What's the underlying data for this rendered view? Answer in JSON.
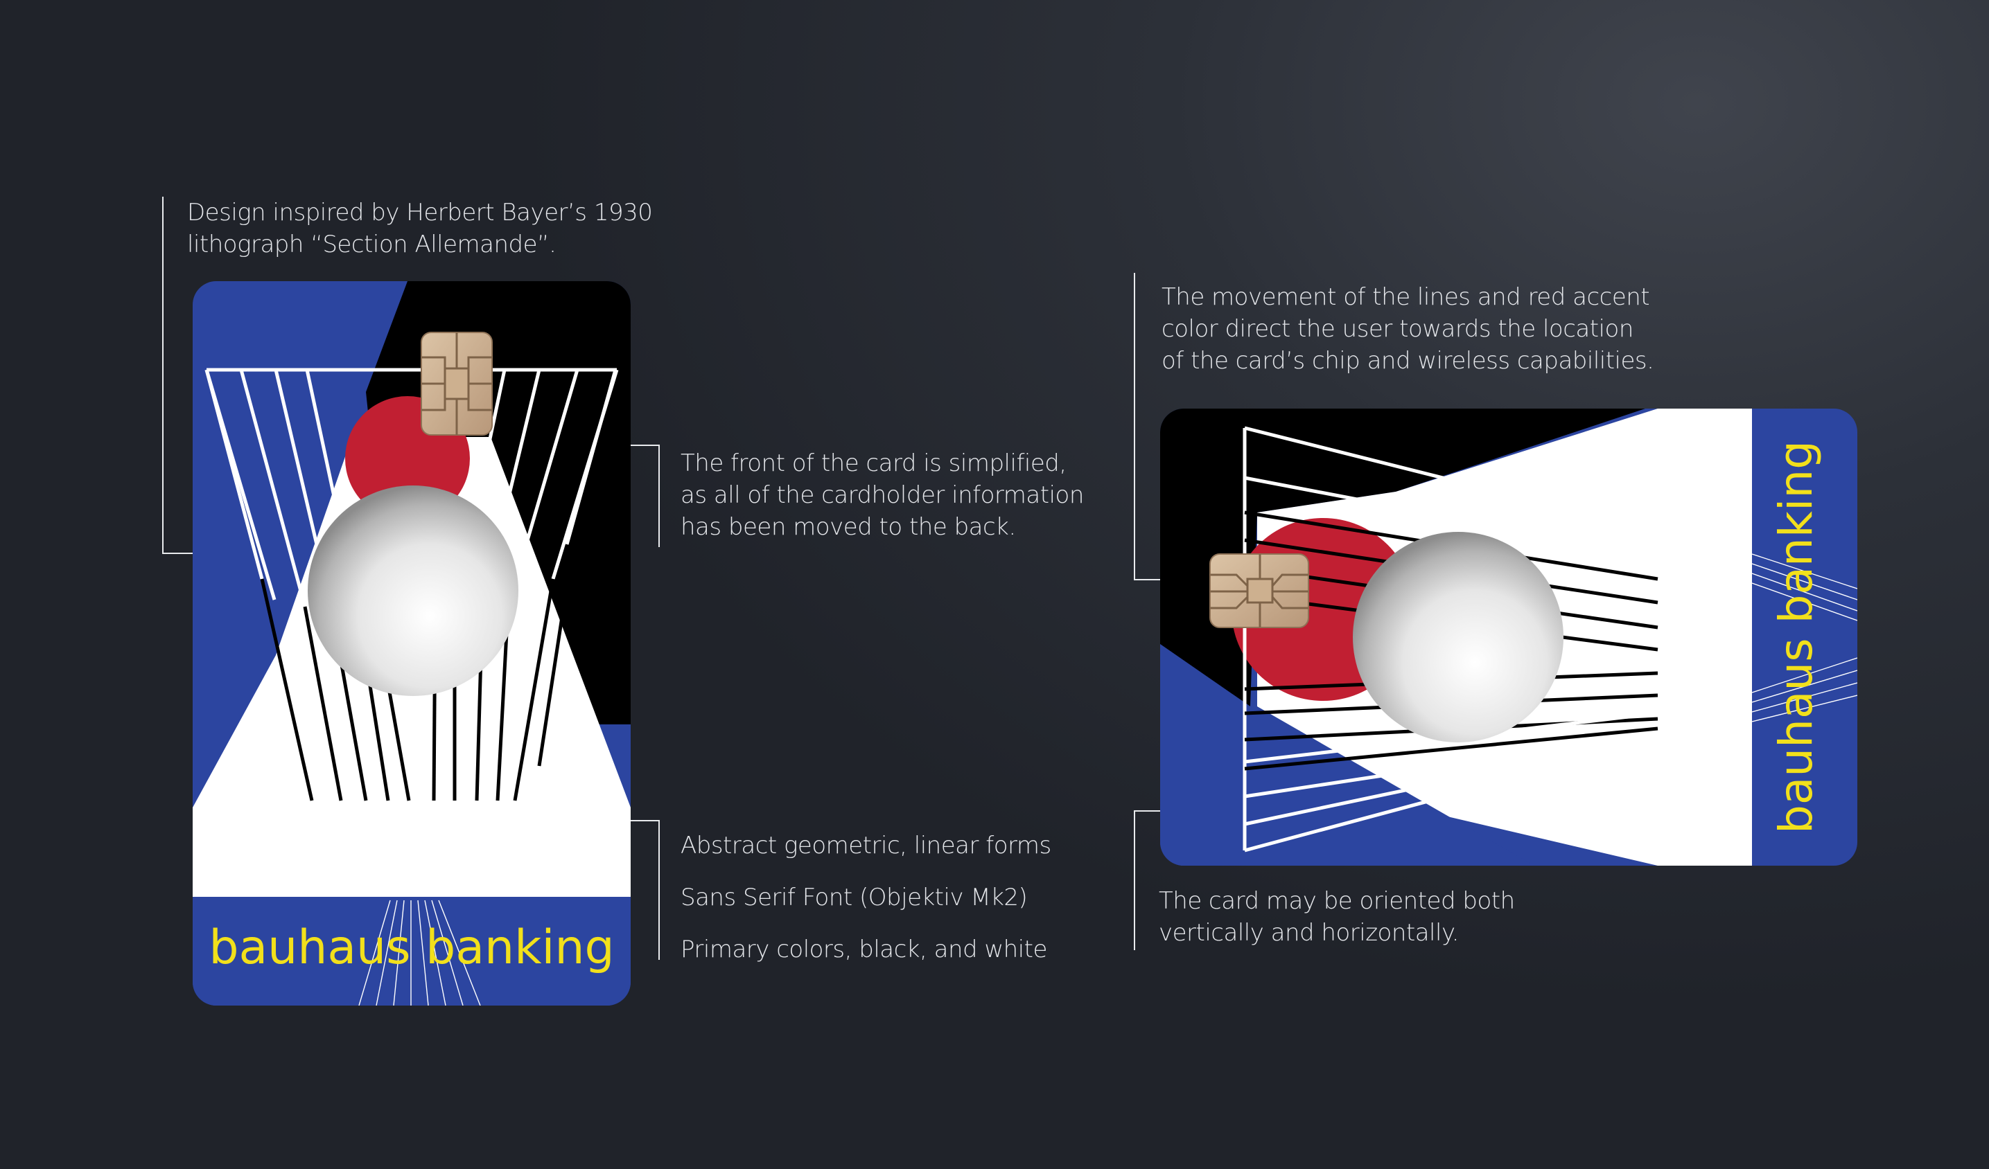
{
  "annotations": {
    "inspiration": [
      "Design inspired by Herbert Bayer’s 1930",
      "lithograph “Section Allemande”."
    ],
    "front": [
      "The front of the card is simplified,",
      "as all of the cardholder information",
      "has been moved to the back."
    ],
    "features": [
      "Abstract geometric, linear forms",
      "Sans Serif Font (Objektiv Mk2)",
      "Primary colors, black, and white"
    ],
    "movement": [
      "The movement of the lines and red accent",
      "color direct the user towards the location",
      "of the card’s chip and wireless capabilities."
    ],
    "orientation": [
      "The card may be oriented both",
      "vertically and horizontally."
    ]
  },
  "card": {
    "brand": "bauhaus banking"
  },
  "colors": {
    "background": "#2a2e36",
    "blue": "#2c45a0",
    "red": "#c11f32",
    "black": "#000000",
    "white": "#ffffff",
    "yellow": "#f2e01b",
    "chip": "#c9ab8a",
    "line": "#e9ebee"
  },
  "icons": [
    "emv-chip-icon",
    "sphere-graphic"
  ]
}
